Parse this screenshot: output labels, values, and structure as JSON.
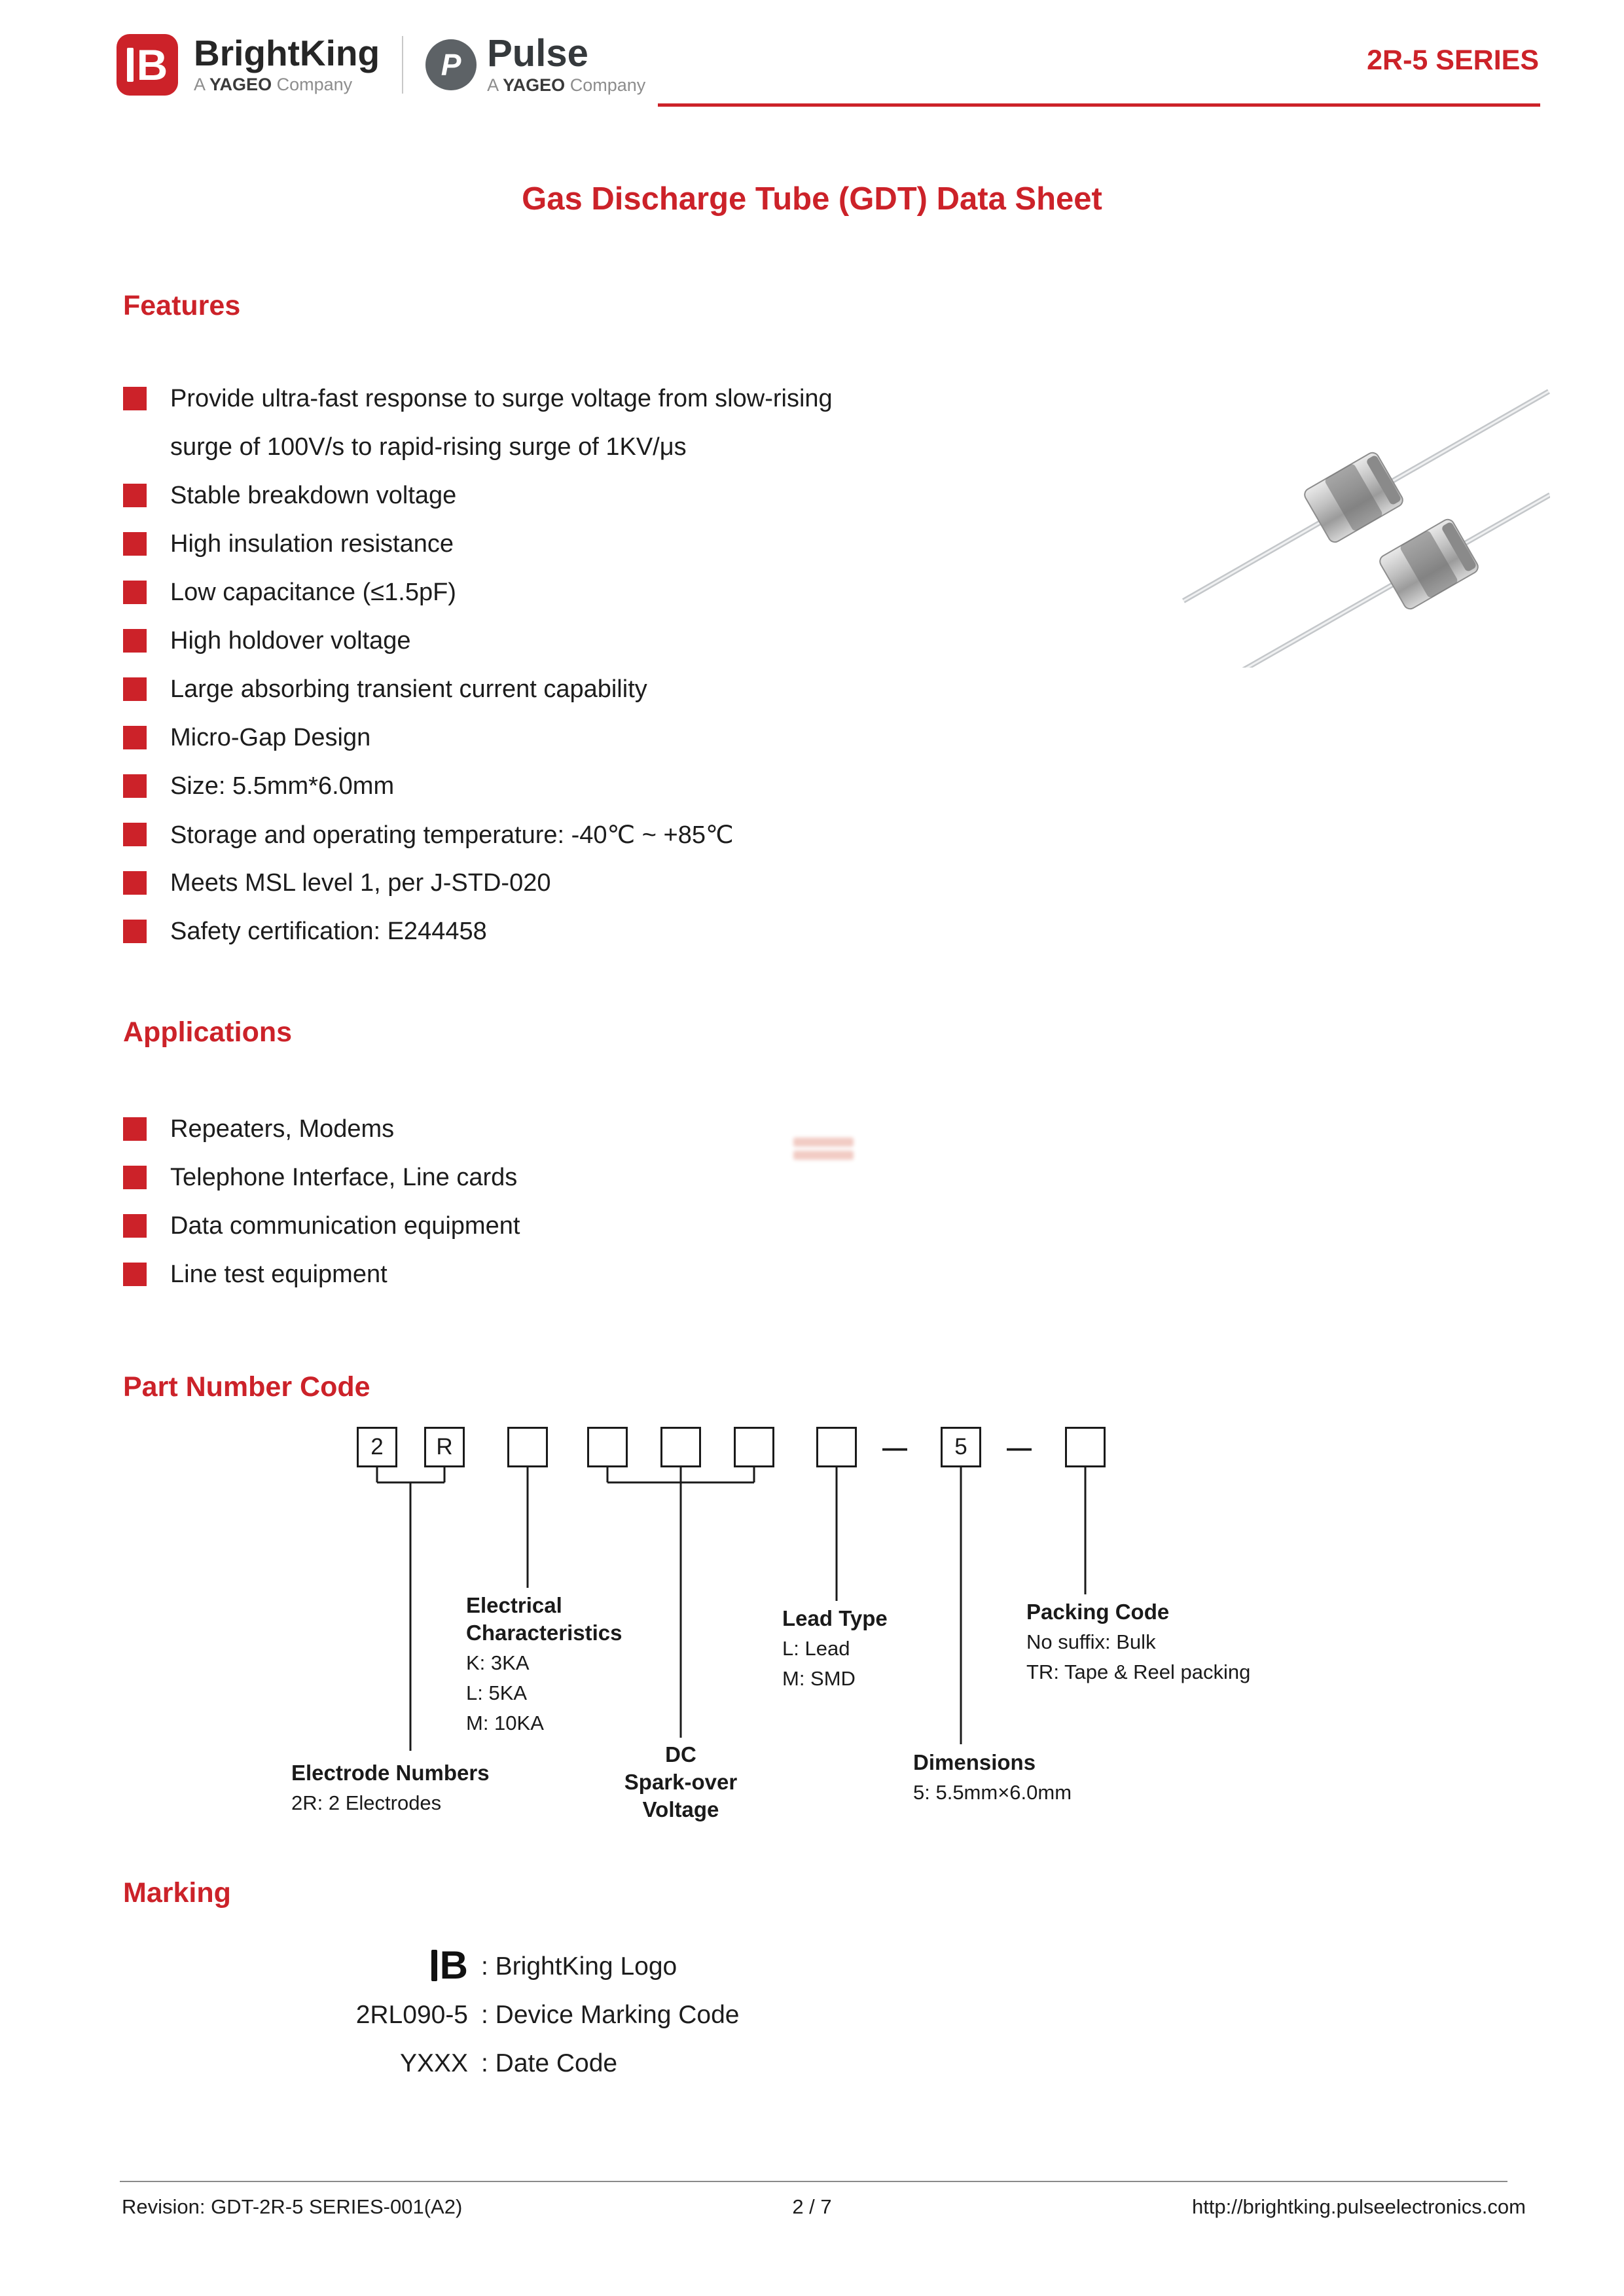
{
  "header": {
    "brightking": {
      "glyph": "B",
      "name": "BrightKing",
      "sub_prefix": "A ",
      "sub_brand": "YAGEO",
      "sub_suffix": " Company"
    },
    "pulse": {
      "glyph": "P",
      "name": "Pulse",
      "sub_prefix": "A ",
      "sub_brand": "YAGEO",
      "sub_suffix": " Company"
    },
    "series": "2R-5 SERIES"
  },
  "title": "Gas Discharge Tube (GDT) Data Sheet",
  "features": {
    "heading": "Features",
    "items": [
      {
        "text": "Provide ultra-fast response to surge voltage from slow-rising",
        "text2": "surge of 100V/s to rapid-rising surge of 1KV/μs"
      },
      {
        "text": "Stable breakdown voltage"
      },
      {
        "text": "High insulation resistance"
      },
      {
        "text": "Low capacitance (≤1.5pF)"
      },
      {
        "text": "High holdover voltage"
      },
      {
        "text": "Large absorbing transient current capability"
      },
      {
        "text": "Micro-Gap Design"
      },
      {
        "text": "Size: 5.5mm*6.0mm"
      },
      {
        "text": "Storage and operating temperature: -40℃ ~ +85℃"
      },
      {
        "text": "Meets MSL level 1, per J-STD-020"
      },
      {
        "text": "Safety certification: E244458"
      }
    ]
  },
  "applications": {
    "heading": "Applications",
    "items": [
      "Repeaters, Modems",
      "Telephone Interface, Line cards",
      "Data communication equipment",
      "Line test equipment"
    ]
  },
  "part_number": {
    "heading": "Part Number Code",
    "boxes": [
      "2",
      "R",
      "",
      "",
      "",
      "",
      "",
      "5",
      ""
    ],
    "dash": "—",
    "labels": {
      "electrode": {
        "title": "Electrode Numbers",
        "line1": "2R: 2 Electrodes"
      },
      "electrical": {
        "title": "Electrical\nCharacteristics",
        "line1": "K: 3KA",
        "line2": "L: 5KA",
        "line3": "M: 10KA"
      },
      "dc": {
        "title": "DC\nSpark-over\nVoltage"
      },
      "lead": {
        "title": "Lead Type",
        "line1": "L: Lead",
        "line2": "M: SMD"
      },
      "dimensions": {
        "title": "Dimensions",
        "line1": "5: 5.5mm×6.0mm"
      },
      "packing": {
        "title": "Packing Code",
        "line1": "No suffix: Bulk",
        "line2": "TR: Tape & Reel packing"
      }
    }
  },
  "marking": {
    "heading": "Marking",
    "logo_glyph": "B",
    "rows": [
      {
        "code": "",
        "desc": ": BrightKing Logo"
      },
      {
        "code": "2RL090-5",
        "desc": ": Device Marking Code"
      },
      {
        "code": "YXXX",
        "desc": ": Date Code"
      }
    ]
  },
  "footer": {
    "revision": "Revision: GDT-2R-5 SERIES-001(A2)",
    "page": "2 / 7",
    "url": "http://brightking.pulseelectronics.com"
  },
  "colors": {
    "accent": "#CC2229",
    "text": "#1C1C1C"
  }
}
